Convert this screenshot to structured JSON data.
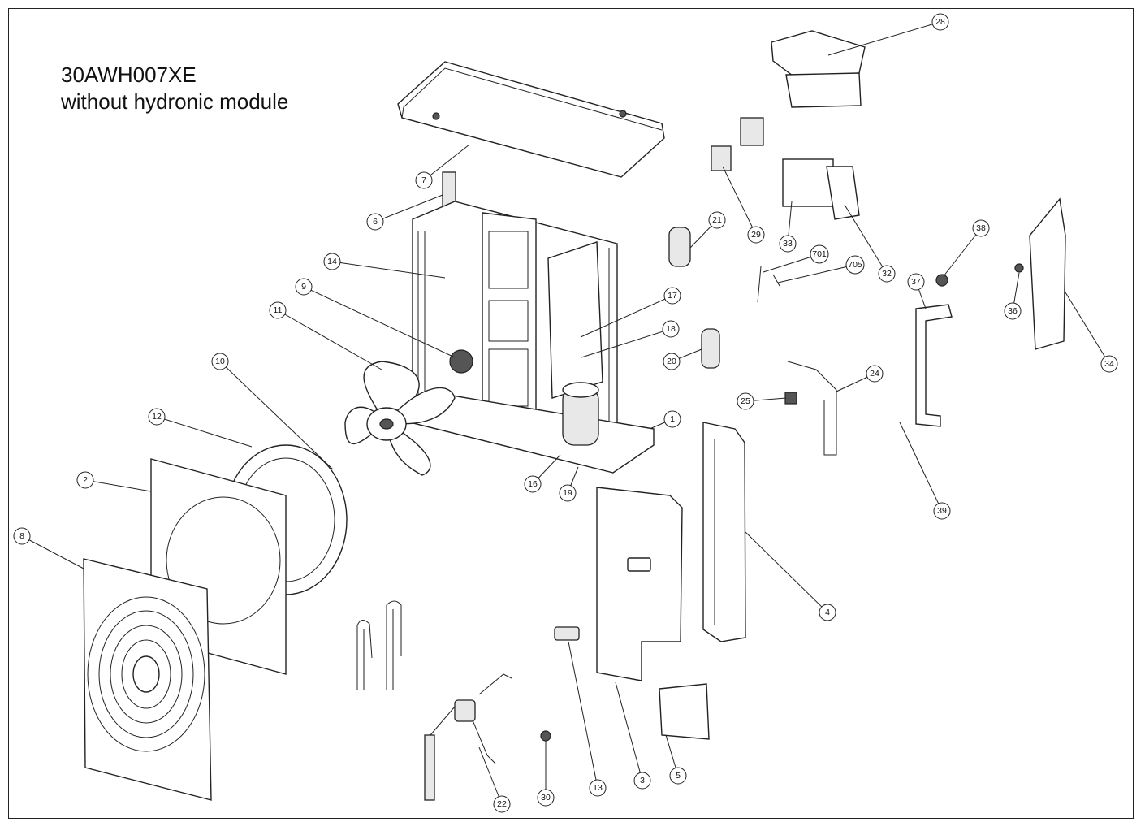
{
  "title": {
    "model": "30AWH007XE",
    "subtitle": "without hydronic module"
  },
  "callouts": [
    "1",
    "2",
    "3",
    "4",
    "5",
    "6",
    "7",
    "8",
    "9",
    "10",
    "11",
    "12",
    "13",
    "14",
    "16",
    "17",
    "18",
    "19",
    "20",
    "21",
    "22",
    "24",
    "25",
    "28",
    "29",
    "30",
    "32",
    "33",
    "34",
    "36",
    "37",
    "38",
    "39",
    "701",
    "705"
  ]
}
